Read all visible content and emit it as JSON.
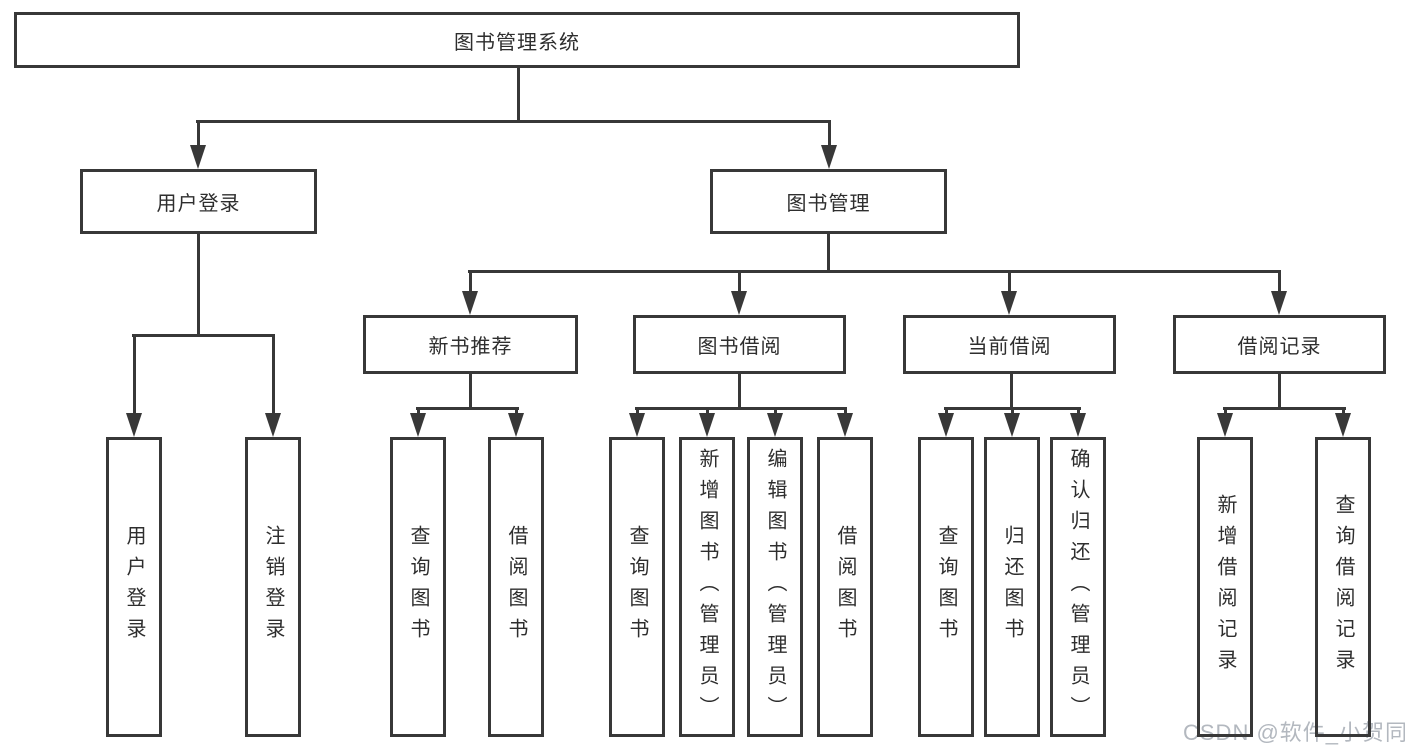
{
  "diagram": {
    "title": "图书管理系统",
    "level2": [
      {
        "label": "用户登录"
      },
      {
        "label": "图书管理"
      }
    ],
    "level3": [
      {
        "label": "新书推荐"
      },
      {
        "label": "图书借阅"
      },
      {
        "label": "当前借阅"
      },
      {
        "label": "借阅记录"
      }
    ],
    "leaves": [
      {
        "label": "用户登录"
      },
      {
        "label": "注销登录"
      },
      {
        "label": "查询图书"
      },
      {
        "label": "借阅图书"
      },
      {
        "label": "查询图书"
      },
      {
        "label": "新增图书（管理员）"
      },
      {
        "label": "编辑图书（管理员）"
      },
      {
        "label": "借阅图书"
      },
      {
        "label": "查询图书"
      },
      {
        "label": "归还图书"
      },
      {
        "label": "确认归还（管理员）"
      },
      {
        "label": "新增借阅记录"
      },
      {
        "label": "查询借阅记录"
      }
    ]
  },
  "watermark": {
    "text": "CSDN @软件_小贺同学"
  },
  "colors": {
    "line": "#383838",
    "text": "#2e2e2e",
    "background": "#ffffff",
    "watermark": "#b3b8bf"
  }
}
